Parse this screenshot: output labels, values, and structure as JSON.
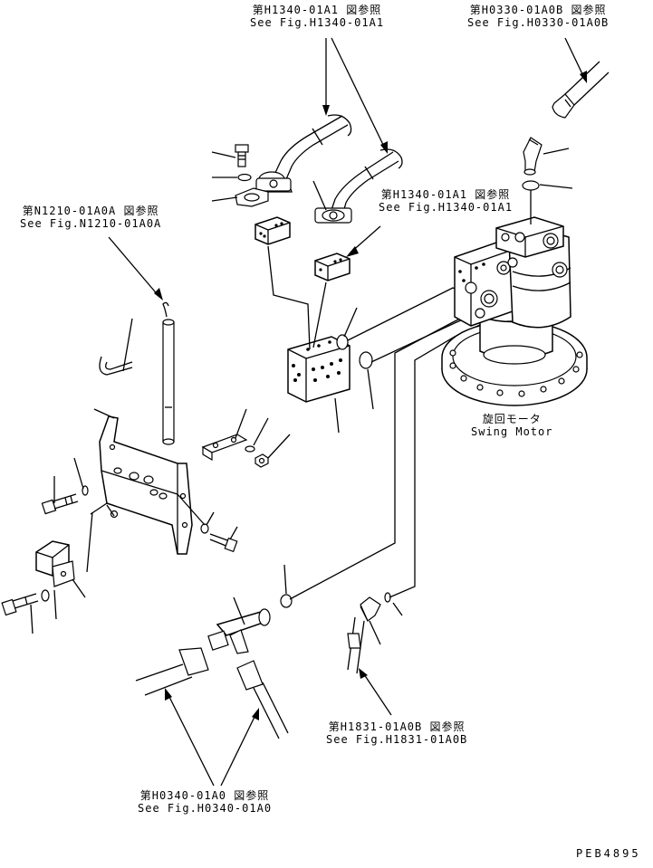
{
  "references": [
    {
      "id": "ref-h1340-top",
      "jp": "第H1340-01A1 図参照",
      "en": "See Fig.H1340-01A1"
    },
    {
      "id": "ref-h0330",
      "jp": "第H0330-01A0B 図参照",
      "en": "See Fig.H0330-01A0B"
    },
    {
      "id": "ref-h1340-mid",
      "jp": "第H1340-01A1 図参照",
      "en": "See Fig.H1340-01A1"
    },
    {
      "id": "ref-n1210",
      "jp": "第N1210-01A0A 図参照",
      "en": "See Fig.N1210-01A0A"
    },
    {
      "id": "ref-h1831",
      "jp": "第H1831-01A0B 図参照",
      "en": "See Fig.H1831-01A0B"
    },
    {
      "id": "ref-h0340",
      "jp": "第H0340-01A0 図参照",
      "en": "See Fig.H0340-01A0"
    }
  ],
  "swing_motor": {
    "jp": "旋回モータ",
    "en": "Swing Motor"
  },
  "drawing_code": "PEB4895"
}
